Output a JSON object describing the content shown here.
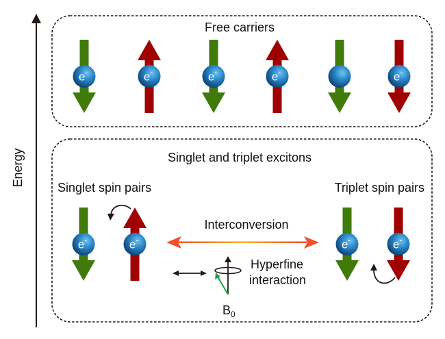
{
  "axis": {
    "label": "Energy"
  },
  "free_carriers": {
    "title": "Free carriers",
    "electrons": [
      {
        "spin": "down",
        "color": "green",
        "label": "e",
        "sup": "-"
      },
      {
        "spin": "up",
        "color": "red",
        "label": "e",
        "sup": "-"
      },
      {
        "spin": "down",
        "color": "green",
        "label": "e",
        "sup": "-"
      },
      {
        "spin": "up",
        "color": "red",
        "label": "e",
        "sup": "-"
      },
      {
        "spin": "down",
        "color": "green",
        "label": "",
        "sup": ""
      },
      {
        "spin": "down",
        "color": "red",
        "label": "e",
        "sup": "-"
      }
    ]
  },
  "excitons": {
    "title": "Singlet and triplet excitons",
    "singlet": {
      "title": "Singlet spin pairs",
      "electrons": [
        {
          "spin": "down",
          "color": "green",
          "label": "e",
          "sup": "-"
        },
        {
          "spin": "up",
          "color": "red",
          "label": "e",
          "sup": "-"
        }
      ]
    },
    "triplet": {
      "title": "Triplet spin pairs",
      "electrons": [
        {
          "spin": "down",
          "color": "green",
          "label": "e",
          "sup": "-"
        },
        {
          "spin": "down",
          "color": "red",
          "label": "e",
          "sup": "-"
        }
      ]
    },
    "interconversion": "Interconversion",
    "hyperfine": [
      "Hyperfine",
      "interaction"
    ],
    "field_label": "B",
    "field_sub": "0"
  },
  "colors": {
    "green": "#3f7a0a",
    "red": "#a00000",
    "sphere_light": "#6fc3ef",
    "sphere_mid": "#2a86c6",
    "sphere_dark": "#0c3e6e",
    "grad_start": "#f0502a",
    "grad_mid": "#f5b52a",
    "field_vector": "#1aa34a",
    "ink": "#231815"
  }
}
